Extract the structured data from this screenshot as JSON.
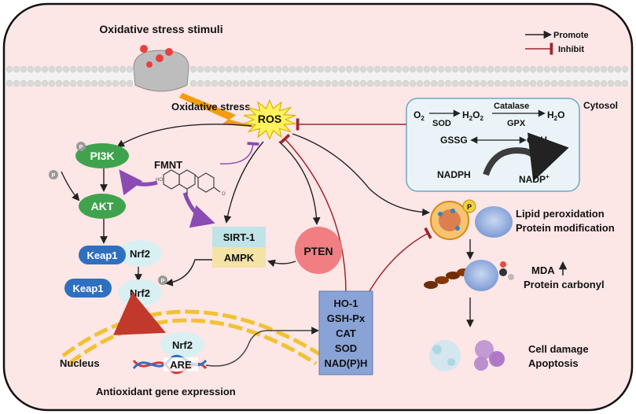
{
  "legend": {
    "promote": "Promote",
    "inhibit": "Inhibit"
  },
  "stimuli": {
    "title": "Oxidative stress stimuli",
    "oxidative_stress": "Oxidative stress"
  },
  "ros": "ROS",
  "cytosol": {
    "label": "Cytosol",
    "o2": "O",
    "sod": "SOD",
    "h2o2_a": "H",
    "h2o2_b": "O",
    "catalase": "Catalase",
    "gpx": "GPX",
    "h2o_a": "H",
    "h2o_b": "O",
    "sub2": "2",
    "gssg": "GSSG",
    "gsh": "GSH",
    "nadph": "NADPH",
    "nadp": "NADP",
    "nadp_sup": "+"
  },
  "pathway": {
    "pi3k": "PI3K",
    "akt": "AKT",
    "keap1": "Keap1",
    "nrf2": "Nrf2",
    "p": "P",
    "fmnt": "FMNT",
    "sirt1": "SIRT-1",
    "ampk": "AMPK",
    "pten": "PTEN"
  },
  "nucleus": {
    "label": "Nucleus",
    "nrf2": "Nrf2",
    "are": "ARE",
    "expression": "Antioxidant gene expression"
  },
  "enzymes": [
    "HO-1",
    "GSH-Px",
    "CAT",
    "SOD",
    "NAD(P)H"
  ],
  "effects": {
    "lipid": "Lipid peroxidation",
    "protein_mod": "Protein modification",
    "mda": "MDA",
    "carbonyl": "Protein carbonyl",
    "damage": "Cell damage",
    "apoptosis": "Apoptosis",
    "p": "P"
  },
  "colors": {
    "promote": "#222222",
    "inhibit": "#a0252d",
    "pill_green": "#3fa34d",
    "pill_blue": "#2f6fbf",
    "enzyme_box": "#8aa3d6",
    "sirt_box": "#bfe3e6",
    "ampk_box": "#f4e3a6",
    "pten": "#f07e82"
  }
}
